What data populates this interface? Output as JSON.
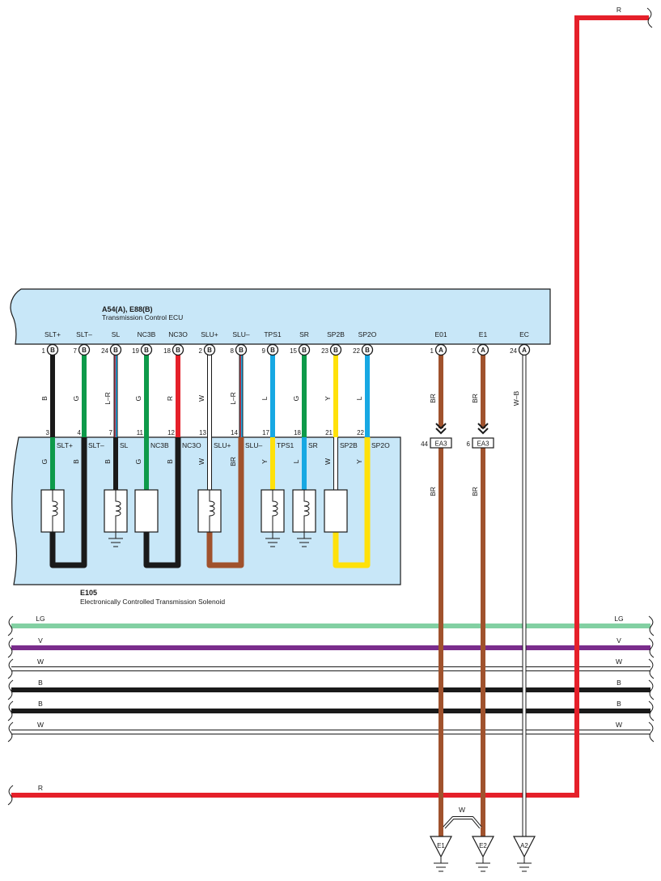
{
  "power_wire": {
    "label_top": "R",
    "label_bottom": "R",
    "color": "#e5202a"
  },
  "ecu": {
    "title": "A54(A), E88(B)",
    "subtitle": "Transmission Control ECU",
    "fill": "#c8e7f8",
    "pins": [
      {
        "label": "SLT+",
        "number": "1",
        "connector": "B",
        "wire": "B",
        "wire_color": "#1a1a1a"
      },
      {
        "label": "SLT–",
        "number": "7",
        "connector": "B",
        "wire": "G",
        "wire_color": "#0e9a4a"
      },
      {
        "label": "SL",
        "number": "24",
        "connector": "B",
        "wire": "L–R",
        "wire_color": "#17a8e3",
        "stripe_color": "#e5202a"
      },
      {
        "label": "NC3B",
        "number": "19",
        "connector": "B",
        "wire": "G",
        "wire_color": "#0e9a4a"
      },
      {
        "label": "NC3O",
        "number": "18",
        "connector": "B",
        "wire": "R",
        "wire_color": "#e5202a"
      },
      {
        "label": "SLU+",
        "number": "2",
        "connector": "B",
        "wire": "W",
        "wire_color": "#ffffff"
      },
      {
        "label": "SLU–",
        "number": "8",
        "connector": "B",
        "wire": "L–R",
        "wire_color": "#17a8e3",
        "stripe_color": "#e5202a"
      },
      {
        "label": "TPS1",
        "number": "9",
        "connector": "B",
        "wire": "L",
        "wire_color": "#17a8e3"
      },
      {
        "label": "SR",
        "number": "15",
        "connector": "B",
        "wire": "G",
        "wire_color": "#0e9a4a"
      },
      {
        "label": "SP2B",
        "number": "23",
        "connector": "B",
        "wire": "Y",
        "wire_color": "#ffe10a"
      },
      {
        "label": "SP2O",
        "number": "22",
        "connector": "B",
        "wire": "L",
        "wire_color": "#17a8e3"
      },
      {
        "label": "E01",
        "number": "1",
        "connector": "A",
        "wire": "BR",
        "wire_color": "#a0522d"
      },
      {
        "label": "E1",
        "number": "2",
        "connector": "A",
        "wire": "BR",
        "wire_color": "#a0522d"
      },
      {
        "label": "EC",
        "number": "24",
        "connector": "A",
        "wire": "W–B",
        "wire_color": "#ffffff"
      }
    ]
  },
  "solenoid": {
    "title": "E105",
    "subtitle": "Electronically Controlled Transmission Solenoid",
    "fill": "#c8e7f8",
    "pins": [
      {
        "number": "3",
        "label": "SLT+",
        "wire": "G",
        "wire_color": "#0e9a4a"
      },
      {
        "number": "4",
        "label": "SLT–",
        "wire": "B",
        "wire_color": "#1a1a1a"
      },
      {
        "number": "7",
        "label": "SL",
        "wire": "B",
        "wire_color": "#1a1a1a"
      },
      {
        "number": "11",
        "label": "NC3B",
        "wire": "G",
        "wire_color": "#0e9a4a"
      },
      {
        "number": "12",
        "label": "NC3O",
        "wire": "B",
        "wire_color": "#1a1a1a"
      },
      {
        "number": "13",
        "label": "SLU+",
        "wire": "W",
        "wire_color": "#ffffff"
      },
      {
        "number": "14",
        "label": "SLU–",
        "wire": "BR",
        "wire_color": "#a0522d"
      },
      {
        "number": "17",
        "label": "TPS1",
        "wire": "Y",
        "wire_color": "#ffe10a"
      },
      {
        "number": "18",
        "label": "SR",
        "wire": "L",
        "wire_color": "#17a8e3"
      },
      {
        "number": "21",
        "label": "SP2B",
        "wire": "W",
        "wire_color": "#ffffff"
      },
      {
        "number": "22",
        "label": "SP2O",
        "wire": "Y",
        "wire_color": "#ffe10a"
      }
    ]
  },
  "junctions": [
    {
      "number": "44",
      "label": "EA3",
      "wire": "BR",
      "wire_color": "#a0522d"
    },
    {
      "number": "6",
      "label": "EA3",
      "wire": "BR",
      "wire_color": "#a0522d"
    }
  ],
  "grounds": [
    {
      "label": "E1"
    },
    {
      "label": "E2"
    },
    {
      "label": "A2"
    }
  ],
  "shield": {
    "label": "W"
  },
  "bus": [
    {
      "label": "LG",
      "color": "#82d0a2"
    },
    {
      "label": "V",
      "color": "#7a2d8c"
    },
    {
      "label": "W",
      "color": "#ffffff"
    },
    {
      "label": "B",
      "color": "#1a1a1a"
    },
    {
      "label": "B",
      "color": "#1a1a1a"
    },
    {
      "label": "W",
      "color": "#ffffff"
    }
  ]
}
